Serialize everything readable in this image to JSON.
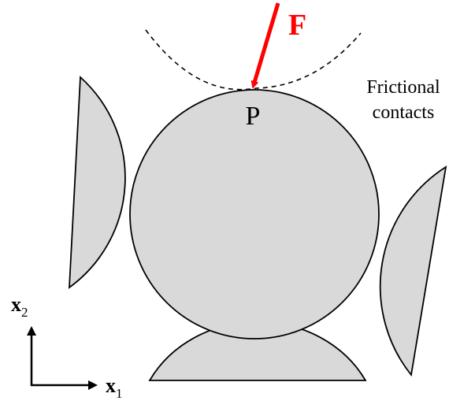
{
  "labels": {
    "force": "F",
    "contact_point": "P",
    "annotation_line1": "Frictional",
    "annotation_line2": "contacts",
    "axis_x_base": "x",
    "axis_x_sub": "1",
    "axis_y_base": "x",
    "axis_y_sub": "2"
  },
  "colors": {
    "particle_fill": "#d9d9d9",
    "outline": "#000000",
    "force_arrow": "#ff0000",
    "force_label": "#ff0000",
    "background": "#ffffff"
  },
  "style": {
    "indenter_outline": "dashed",
    "particles": "circular grains in contact"
  }
}
